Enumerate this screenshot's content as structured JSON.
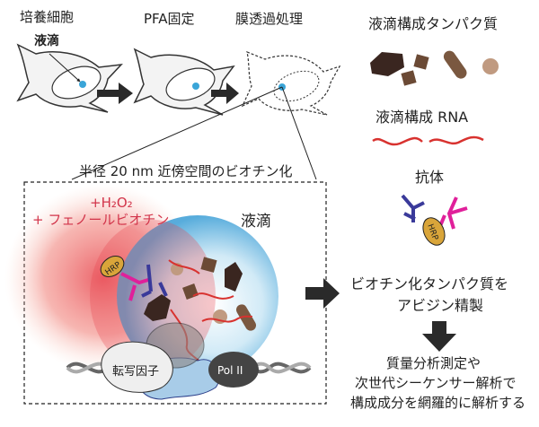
{
  "steps": {
    "cultured_cells": "培養細胞",
    "pfa_fixation": "PFA固定",
    "permeabilization": "膜透過処理",
    "droplet_label": "液滴"
  },
  "legend": {
    "proteins": "液滴構成タンパク質",
    "rna": "液滴構成 RNA",
    "antibody": "抗体",
    "hrp": "HRP"
  },
  "zoom_panel": {
    "title": "半径 20 nm 近傍空間のビオチン化",
    "reagent_h2o2": "+H₂O₂",
    "reagent_phenol_biotin": "+ フェノールビオチン",
    "droplet": "液滴",
    "hrp": "HRP",
    "transcription_factor": "転写因子",
    "pol2": "Pol II"
  },
  "workflow": {
    "purification_line1": "ビオチン化タンパク質を",
    "purification_line2": "アビジン精製",
    "analysis_line1": "質量分析測定や",
    "analysis_line2": "次世代シーケンサー解析で",
    "analysis_line3": "構成成分を網羅的に解析する"
  },
  "colors": {
    "droplet_blue": "#5bb3e0",
    "biotin_red": "#e8474f",
    "reagent_text": "#d2344a",
    "protein_dark": "#3a2620",
    "protein_brown": "#6b4a35",
    "rna_red": "#d8322f",
    "antibody_blue": "#3a3a9a",
    "antibody_magenta": "#e0209a",
    "hrp_gold": "#d9a53a"
  }
}
